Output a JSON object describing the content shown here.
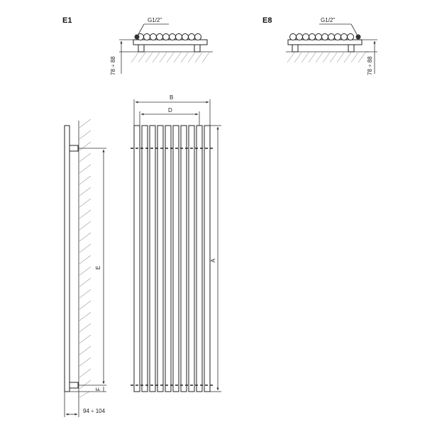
{
  "views": {
    "e1": {
      "code": "E1",
      "pipe_thread": "G1/2\"",
      "depth_range": "78 ÷ 88"
    },
    "e8": {
      "code": "E8",
      "pipe_thread": "G1/2\"",
      "depth_range": "78 ÷ 88"
    }
  },
  "front_view": {
    "width_label": "B",
    "spacing_label": "D",
    "height_label": "A"
  },
  "side_view": {
    "connection_spacing_label": "E",
    "bottom_offset_label": "F",
    "wall_distance_range": "94 ÷ 104"
  },
  "colors": {
    "line": "#222222",
    "hatch": "#999999",
    "background": "#ffffff"
  }
}
